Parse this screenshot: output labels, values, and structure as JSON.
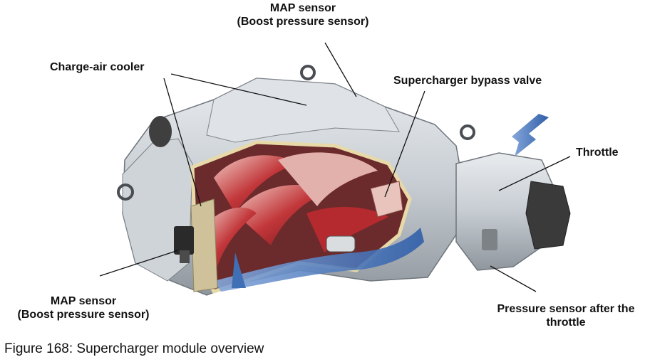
{
  "labels": {
    "map_sensor_top": {
      "line1": "MAP sensor",
      "line2": "(Boost pressure sensor)"
    },
    "charge_air_cooler": "Charge-air cooler",
    "supercharger_bypass_valve": "Supercharger bypass valve",
    "throttle": "Throttle",
    "map_sensor_bottom": {
      "line1": "MAP sensor",
      "line2": "(Boost pressure sensor)"
    },
    "pressure_sensor_after_throttle": {
      "line1": "Pressure sensor after the",
      "line2": "throttle"
    }
  },
  "caption": "Figure 168: Supercharger module overview",
  "colors": {
    "housing": "#c9ced4",
    "housing_shadow": "#9da3aa",
    "cut_face": "#e8d9a8",
    "rotor_red": "#b3262b",
    "rotor_light": "#e9b9b4",
    "air_blue": "#3f6fb5",
    "dark": "#3b3b3b"
  }
}
